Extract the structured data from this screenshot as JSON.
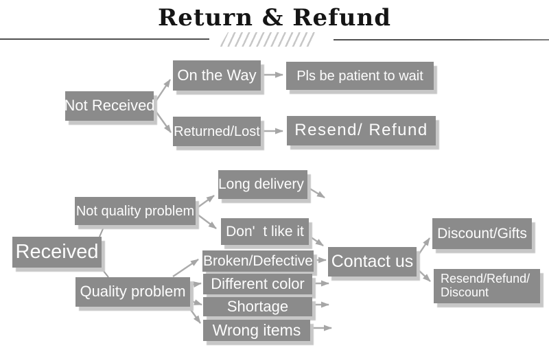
{
  "title": "Return & Refund",
  "decor": {
    "hash_marks_icon": "diagonal-slashes",
    "box_color": "#8b8b8b",
    "box_text_color": "#fdfdfd",
    "shadow_color": "#c7c7c7",
    "arrow_color": "#ababab",
    "rule_color": "#4f4f4f",
    "title_color": "#151515"
  },
  "nodes": {
    "not_received": "Not Received",
    "on_the_way": "On the Way",
    "pls_wait": "Pls be patient to wait",
    "returned_lost": "Returned/Lost",
    "resend_refund": "Resend/ Refund",
    "received": "Received",
    "not_quality_problem": "Not quality problem",
    "quality_problem": "Quality problem",
    "long_delivery": "Long delivery",
    "dont_like_it": "Don'  t like it",
    "broken_defective": "Broken/Defective",
    "different_color": "Different color",
    "shortage": "Shortage",
    "wrong_items": "Wrong items",
    "contact_us": "Contact us",
    "discount_gifts": "Discount/Gifts",
    "resend_refund_discount": "Resend/Refund/\nDiscount"
  }
}
